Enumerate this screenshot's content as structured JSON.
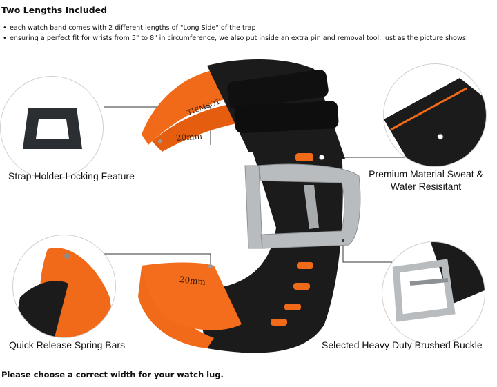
{
  "heading": "Two Lengths Included",
  "bullets": [
    "each watch band comes with 2 different lengths of \"Long Side\" of the trap",
    "ensuring a perfect fit for wrists from 5\" to 8\" in circumference, we also put inside an extra pin and removal tool, just as the picture shows."
  ],
  "callouts": {
    "strap_holder": "Strap Holder Locking Feature",
    "premium_material_line1": "Premium Material Sweat &",
    "premium_material_line2": "Water Resisitant",
    "spring_bars": "Quick Release Spring Bars",
    "buckle": "Selected Heavy Duty Brushed Buckle"
  },
  "strap_markings": {
    "upper_width": "20mm",
    "lower_width": "20mm",
    "brand_text": "TIEMSOT"
  },
  "footer": "Please choose a correct width for your watch lug.",
  "colors": {
    "strap_black": "#1b1b1b",
    "strap_orange": "#f06a1a",
    "buckle_steel": "#b9bcbf",
    "callout_line": "#333333"
  }
}
